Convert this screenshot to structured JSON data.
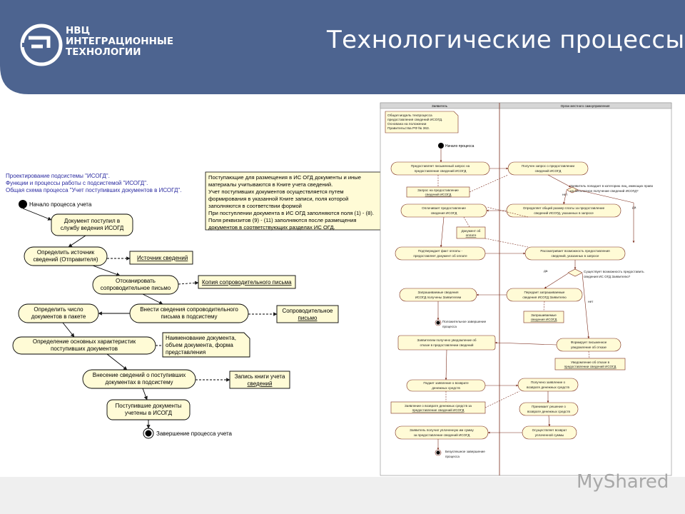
{
  "header": {
    "title": "Технологические процессы",
    "logo_lines": [
      "НВЦ",
      "ИНТЕГРАЦИОННЫЕ",
      "ТЕХНОЛОГИИ"
    ],
    "bg_color": "#4d6490"
  },
  "left_diagram": {
    "caption": [
      "Проектирование подсистемы \"ИСОГД\".",
      "Функции и процессы работы с подсистемой \"ИСОГД\".",
      "Общая схема процесса \"Учет поступивших документов в ИСОГД\"."
    ],
    "note": [
      "Поступающие для размещения в ИС ОГД документы и иные",
      "материалы учитываются в Книге учета сведений.",
      "Учет поступивших документов осуществляется путем",
      "формирования в указанной Книге записи, поля которой",
      "заполняются в соответствии формой",
      "При поступлении документа в ИС ОГД заполняются поля (1) - (8).",
      "Поля реквизитов (9) - (11) заполняются после размещения",
      "документов  в соответствующих разделах ИС ОГД."
    ],
    "start": "Начало процесса учета",
    "end": "Завершение процесса учета",
    "activities": [
      [
        "Документ  поступил в",
        "службу ведения ИСОГД"
      ],
      [
        "Определить источник",
        "сведений (Отправителя)"
      ],
      [
        "Отсканировать",
        "сопроводительное письмо"
      ],
      [
        "Внести сведения сопроводительного",
        "письма в подсистему"
      ],
      [
        "Определить число",
        "документов в пакете"
      ],
      [
        "Определение основных характеристик",
        "поступивших документов"
      ],
      [
        "Внесение сведений о поступивших",
        "документах в подсистему"
      ],
      [
        "Поступившие документы",
        "учетены в ИСОГД"
      ]
    ],
    "objects": [
      [
        "Источник сведений"
      ],
      [
        "Копия сопроводительного письма"
      ],
      [
        "Сопроводительное",
        "письмо"
      ],
      [
        "Наименование документа,",
        "объем документа, форма",
        "представления"
      ],
      [
        "Запись книги учета",
        "сведений"
      ]
    ],
    "ink_color": "#000000",
    "fill_color": "#fffbd6"
  },
  "right_diagram": {
    "lanes": [
      "Заявитель",
      "Орган местного самоуправления"
    ],
    "note": [
      "Общая модель техпроцесса",
      "предоставления сведений ИСОГД.",
      "Основана на положении",
      "Правительства РФ № 363."
    ],
    "start": "Начало процесса",
    "activities": {
      "a1": [
        "Предоставляет письменный запрос на",
        "предоставление сведений ИСОГД"
      ],
      "a2": [
        "Получен запрос о предоставлении",
        "сведений ИСОГД"
      ],
      "a3": [
        "Оплачивает предоставление",
        "сведения ИСОГД"
      ],
      "a4": [
        "Определяет общий размер платы за предоставление",
        "сведений ИСОГД, указанных в запросе"
      ],
      "a5": [
        "Подтверждает факт оплаты -",
        "предоставляет документ об оплате"
      ],
      "a6": [
        "Рассматривает возможность предоставления",
        "сведений, указанных в запросе"
      ],
      "a7": [
        "Запрашиваемые сведения",
        "ИСОГД получены Заявителем"
      ],
      "a8": [
        "Передает запрашиваемые",
        "сведения ИСОГД Заявителю"
      ],
      "a9": [
        "Заявителем получено уведомление об",
        "отказе в предоставлении сведений"
      ],
      "a10": [
        "Формирует письменное",
        "уведомление об отказе"
      ],
      "a11": [
        "Подает заявление о возврате",
        "денежных средств"
      ],
      "a12": [
        "Получено заявление о",
        "возврате денежных средств"
      ],
      "a13": [
        "Принимает решение о",
        "возврате денежных средств"
      ],
      "a14": [
        "Заявитель получил уплаченную им сумму",
        "за предоставление сведений ИСОГД"
      ],
      "a15": [
        "Осуществляет возврат",
        "уплаченной суммы"
      ]
    },
    "objects": {
      "o1": [
        "Запрос на предоставление",
        "сведений ИСОГД"
      ],
      "o2": [
        "Документ об",
        "оплате"
      ],
      "o3": [
        "Запрашиваемые",
        "сведения ИСОГД"
      ],
      "o4": [
        "Уведомление об отказе в",
        "предоставлении сведений ИСОГД"
      ],
      "o5": [
        "Заявление о возврате денежных средств за",
        "предоставление сведений ИСОГД"
      ]
    },
    "decisions": {
      "d1": [
        "Заявитель попадает в категорию лиц, имеющих право",
        "на бесплатное получение сведений ИСОГД?"
      ],
      "d2": [
        "Существует возможность предоставить",
        "сведения ИС ОГД Заявителю?"
      ]
    },
    "guards": {
      "yes": "да",
      "no": "нет"
    },
    "end_success": [
      "Положительное завершение",
      "процесса"
    ],
    "end_fail": [
      "Безуспешное завершение",
      "процесса"
    ]
  },
  "watermark": "MyShared",
  "colors": {
    "accent": "#4d6490",
    "activity_fill": "#fffbd6",
    "ink": "#7a2a1a",
    "arrow": "#1a1a1a"
  }
}
